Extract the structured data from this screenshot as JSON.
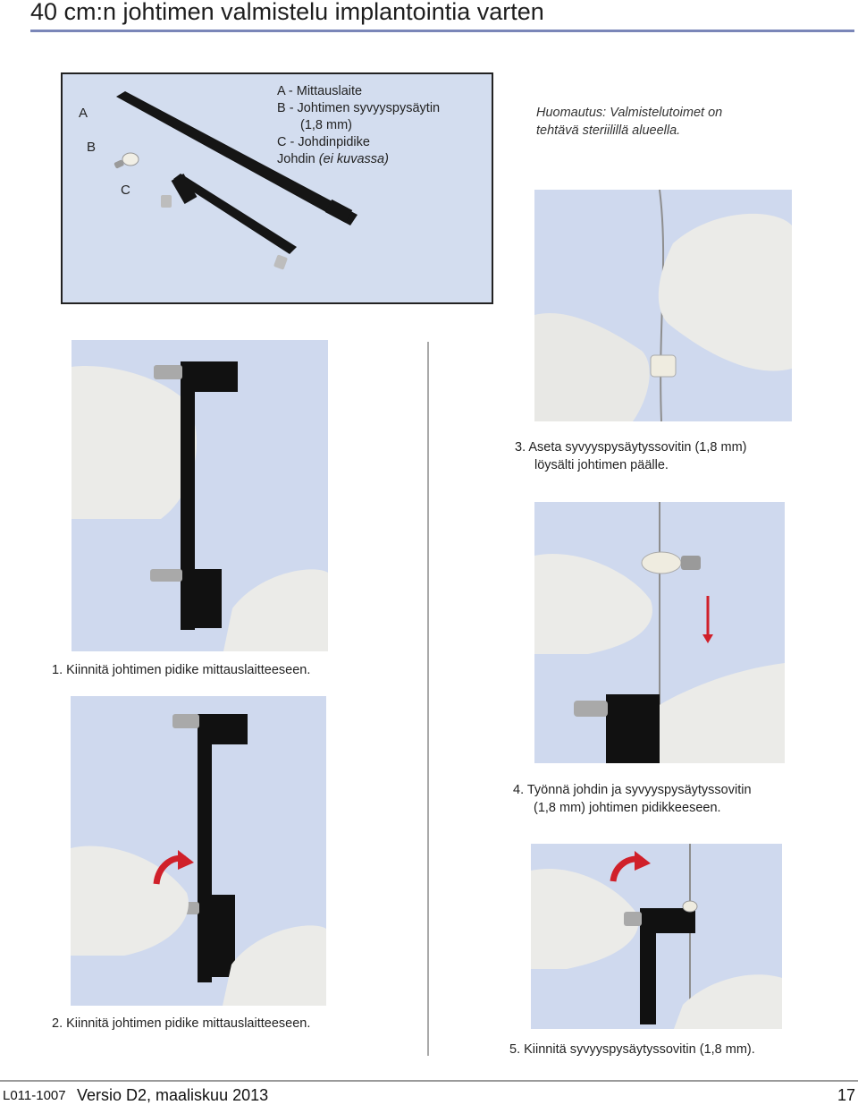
{
  "page": {
    "title": "40 cm:n johtimen valmistelu implantointia varten"
  },
  "kit": {
    "labels": {
      "a": "A",
      "b": "B",
      "c": "C"
    },
    "legend": {
      "line1": "A - Mittauslaite",
      "line2": "B - Johtimen syvyyspysäytin",
      "line3": "(1,8 mm)",
      "line4": "C - Johdinpidike",
      "line5_prefix": "Johdin",
      "line5_italic": "(ei kuvassa)"
    }
  },
  "note": {
    "line1": "Huomautus: Valmistelutoimet on",
    "line2": "tehtävä steriilillä alueella."
  },
  "steps": [
    {
      "number": "1.",
      "text": "Kiinnitä johtimen pidike mittauslaitteeseen."
    },
    {
      "number": "2.",
      "text": "Kiinnitä johtimen pidike mittauslaitteeseen."
    },
    {
      "number": "3.",
      "line1": "Aseta syvyyspysäytyssovitin (1,8 mm)",
      "line2": "löysälti johtimen päälle."
    },
    {
      "number": "4.",
      "line1": "Työnnä johdin ja syvyyspysäytyssovitin",
      "line2": "(1,8 mm) johtimen pidikkeeseen."
    },
    {
      "number": "5.",
      "text": "Kiinnitä syvyyspysäytyssovitin (1,8 mm)."
    }
  ],
  "footer": {
    "code": "L011-1007",
    "version": "Versio D2, maaliskuu 2013",
    "page_number": "17"
  },
  "colors": {
    "title_rule": "#7a86b8",
    "photo_bg": "#cfd9ee",
    "kit_bg": "#d3ddef",
    "glove": "#ebebe8",
    "device": "#111111",
    "arrow_red": "#d0202a"
  }
}
